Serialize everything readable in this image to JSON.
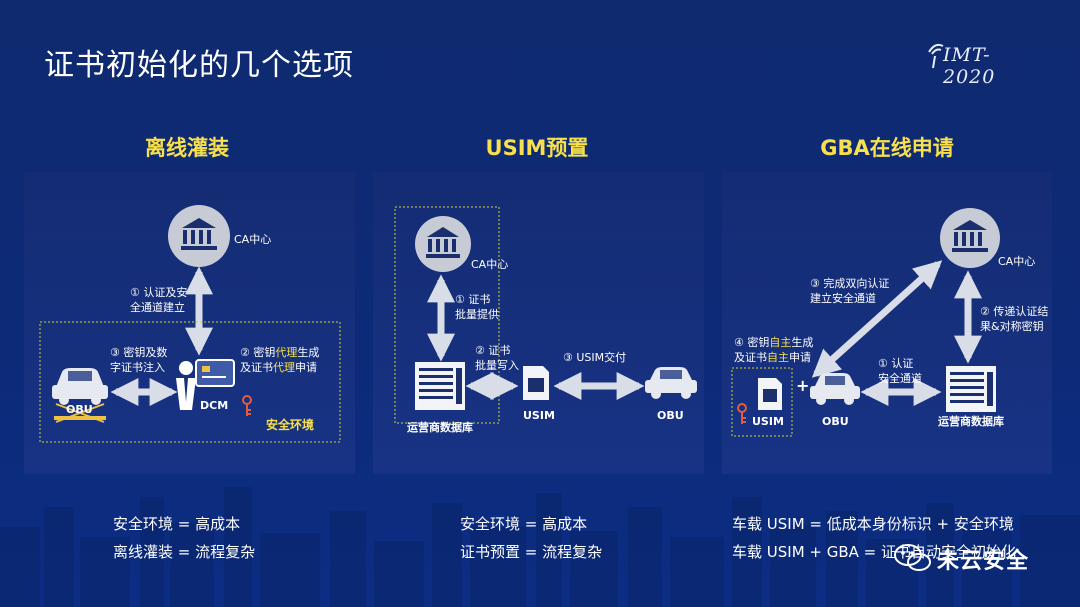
{
  "slide": {
    "title": "证书初始化的几个选项",
    "logo_text": "IMT-2020"
  },
  "columns": [
    {
      "title": "离线灌装",
      "labels": {
        "ca": "CA中心",
        "step1": [
          "① 认证及安",
          "全通道建立"
        ],
        "step3": [
          "③ 密钥及数",
          "字证书注入"
        ],
        "step2_a": "② 密钥",
        "step2_hl1": "代理",
        "step2_b": "生成",
        "step2_c": "及证书",
        "step2_hl2": "代理",
        "step2_d": "申请",
        "obu": "OBU",
        "dcm": "DCM",
        "env": "安全环境"
      },
      "summary": [
        "安全环境 = 高成本",
        "离线灌装 = 流程复杂"
      ]
    },
    {
      "title": "USIM预置",
      "labels": {
        "ca": "CA中心",
        "step1": [
          "① 证书",
          "批量提供"
        ],
        "step2": [
          "② 证书",
          "批量写入"
        ],
        "step3": "③ USIM交付",
        "db": "运营商数据库",
        "usim": "USIM",
        "obu": "OBU"
      },
      "summary": [
        "安全环境 = 高成本",
        "证书预置 = 流程复杂"
      ]
    },
    {
      "title": "GBA在线申请",
      "labels": {
        "ca": "CA中心",
        "step3": [
          "③ 完成双向认证",
          "建立安全通道"
        ],
        "step2": [
          "② 传递认证结",
          "果&对称密钥"
        ],
        "step4_a": "④ 密钥",
        "step4_hl1": "自主",
        "step4_b": "生成",
        "step4_c": "及证书",
        "step4_hl2": "自主",
        "step4_d": "申请",
        "step1": [
          "① 认证",
          "安全通道"
        ],
        "usim": "USIM",
        "obu": "OBU",
        "db": "运营商数据库",
        "plus": "+"
      },
      "summary": [
        "车载 USIM = 低成本身份标识 + 安全环境",
        "车载 USIM + GBA = 证书自动安全初始化"
      ]
    }
  ],
  "watermark": "未云安全",
  "colors": {
    "accent": "#f7e04b",
    "arrow": "#d9dde8",
    "dashed_box": "#c9d23a"
  }
}
